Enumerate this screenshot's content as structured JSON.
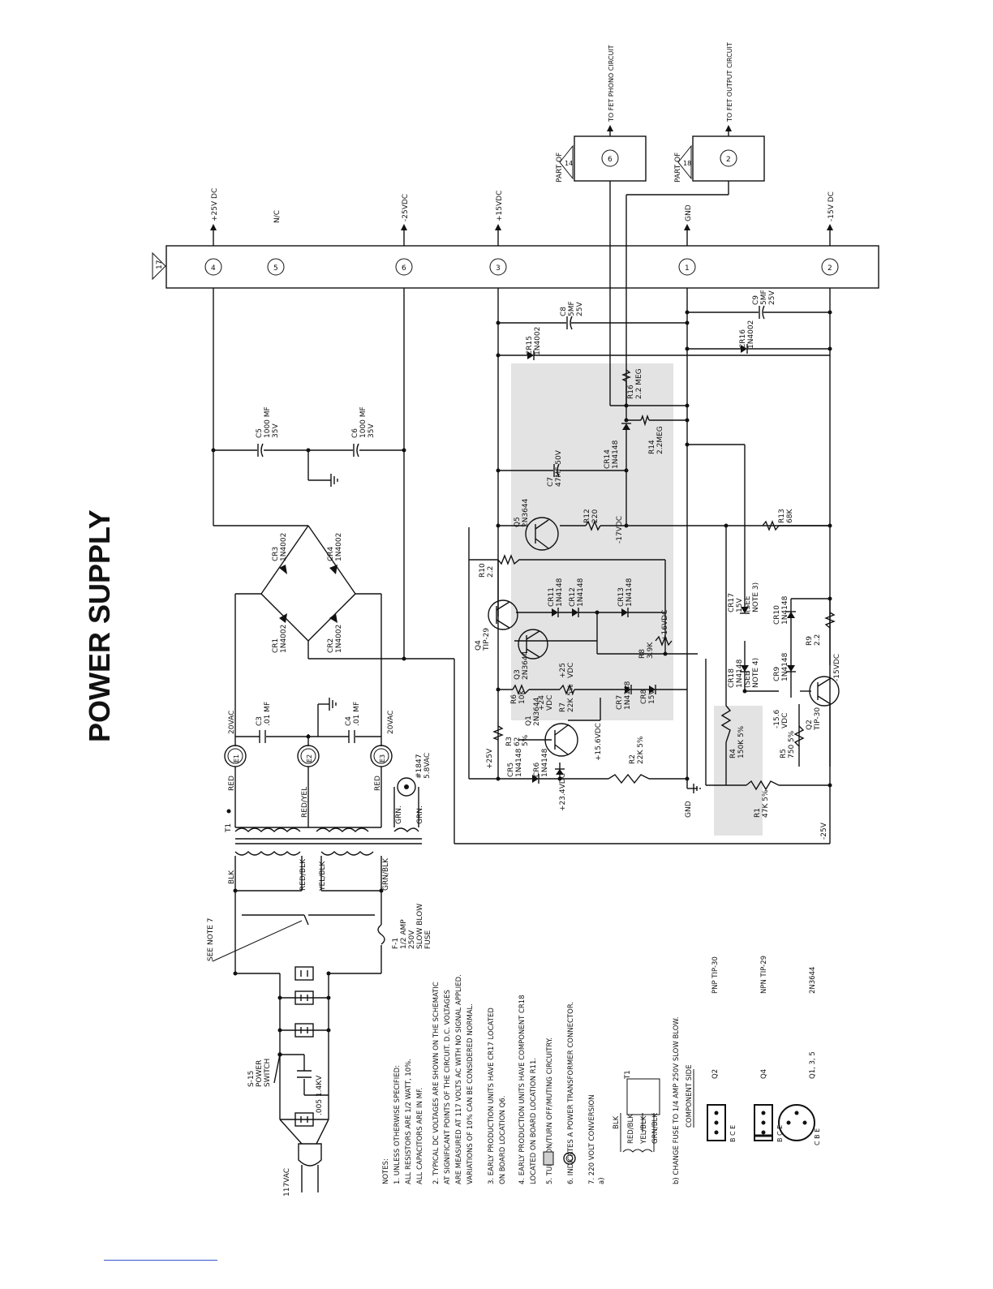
{
  "title": "POWER SUPPLY",
  "rails": [
    {
      "pin": "4",
      "label": "+25V DC"
    },
    {
      "pin": "5",
      "label": "N/C"
    },
    {
      "pin": "6",
      "label": "-25VDC"
    },
    {
      "pin": "3",
      "label": "+15VDC"
    },
    {
      "pin": "1",
      "label": "GND"
    },
    {
      "pin": "2",
      "label": "-15V DC"
    }
  ],
  "connector_id": "17",
  "outputs": [
    {
      "text": "TO FET PHONO CIRCUIT",
      "part": "PART OF",
      "ref": "14",
      "pin": "6"
    },
    {
      "text": "TO FET OUTPUT CIRCUIT",
      "part": "PART OF",
      "ref": "18",
      "pin": "2"
    }
  ],
  "components": {
    "c5": [
      "C5",
      "1000 MF",
      "35V"
    ],
    "c6": [
      "C6",
      "1000 MF",
      "35V"
    ],
    "c8": [
      "C8",
      "5MF",
      "25V"
    ],
    "c9": [
      "C9",
      "5MF",
      "25V"
    ],
    "c7": [
      "C7",
      "47MF 50V"
    ],
    "c3": [
      "C3",
      ".01 MF"
    ],
    "c4": [
      "C4",
      ".01 MF"
    ],
    "cr15": [
      "CR15",
      "1N4002"
    ],
    "cr16": [
      "CR16",
      "1N4002"
    ],
    "cr14": [
      "CR14",
      "1N4148"
    ],
    "r16": [
      "R16",
      "2.2 MEG"
    ],
    "r14": [
      "R14",
      "2.2MEG"
    ],
    "q5": [
      "Q5",
      "2N3644"
    ],
    "r12": [
      "R12",
      "220"
    ],
    "v17": "-17VDC",
    "r13": [
      "R13",
      "68K"
    ],
    "cr3": [
      "CR3",
      "1N4002"
    ],
    "cr4": [
      "CR4",
      "1N4002"
    ],
    "cr1": [
      "CR1",
      "1N4002"
    ],
    "cr2": [
      "CR2",
      "1N4002"
    ],
    "r10": [
      "R10",
      "2.2"
    ],
    "cr11": [
      "CR11",
      "1N4148"
    ],
    "cr12": [
      "CR12",
      "1N4148"
    ],
    "cr13": [
      "CR13",
      "1N4148"
    ],
    "v16": "+16VDC",
    "cr17": [
      "CR17",
      "15V",
      "(SEE",
      "NOTE 3)"
    ],
    "cr10": [
      "CR10",
      "1N4148"
    ],
    "q4": [
      "Q4",
      "TIP-29"
    ],
    "q3": [
      "Q3",
      "2N3644"
    ],
    "v25": [
      "+25",
      "VDC"
    ],
    "r8": [
      "R8",
      "3.9K"
    ],
    "cr18": [
      "CR18",
      "1N4148",
      "(SEE",
      "NOTE 4)"
    ],
    "cr9": [
      "CR9",
      "1N4148"
    ],
    "r9": [
      "R9",
      "2.2"
    ],
    "r6": [
      "R6",
      "10K"
    ],
    "v24": [
      "+24",
      "VDC"
    ],
    "r7": [
      "R7",
      "22K 5%"
    ],
    "cr7": [
      "CR7",
      "1N4148"
    ],
    "cr8": [
      "CR8",
      "15V"
    ],
    "v156": "+15.6VDC",
    "vm156": [
      "-15.6",
      "VDC"
    ],
    "vm15": "-15VDC",
    "q2": [
      "Q2",
      "TIP-30"
    ],
    "r3": [
      "R3",
      "62",
      "5%"
    ],
    "q1": [
      "Q1",
      "2N3644"
    ],
    "r4": [
      "R4",
      "150K 5%"
    ],
    "r5": [
      "R5",
      "750 5%"
    ],
    "cr5": [
      "CR5",
      "1N4148"
    ],
    "cr6": [
      "CR6",
      "1N4148"
    ],
    "r2": [
      "R2",
      "22K 5%"
    ],
    "r1": [
      "R1",
      "47K 5%"
    ],
    "vp25": "+25V",
    "vp234": "+23.4VDC",
    "gnd": "GND",
    "vm25": "-25V",
    "t1": "T1",
    "e1": "E1",
    "e2": "E2",
    "e3": "E3",
    "vac20a": "20VAC",
    "vac20b": "20VAC",
    "red1": "RED",
    "red2": "RED",
    "redyel": "RED/YEL",
    "lamp": [
      "#1847",
      "5.8VAC"
    ],
    "grn1": "GRN.",
    "grn2": "GRN.",
    "blk": "BLK",
    "redblk": "RED/BLK",
    "yelblk": "YEL/BLK",
    "grnblk": "GRN/BLK",
    "f1": [
      "F-1",
      "1/2 AMP",
      "250V",
      "SLOW BLOW",
      "FUSE"
    ],
    "seenote": "SEE NOTE 7",
    "s15": [
      "S-15",
      "POWER",
      "SWITCH"
    ],
    "cap005": ".005 1.4KV",
    "ac117": "117VAC"
  },
  "notes": {
    "head": "NOTES:",
    "lines": [
      "1.  UNLESS OTHERWISE SPECIFIED:",
      "       ALL RESISTORS ARE 1/2 WATT, 10%.",
      "       ALL CAPACITORS ARE IN MF.",
      "2.  TYPICAL DC VOLTAGES ARE SHOWN ON THE SCHEMATIC",
      "     AT SIGNIFICANT POINTS OF THE CIRCUIT.  D.C. VOLTAGES",
      "     ARE MEASURED AT 117 VOLTS AC WITH NO SIGNAL APPLIED.",
      "     VARIATIONS OF 10% CAN BE CONSIDERED NORMAL.",
      "3.  EARLY PRODUCTION UNITS HAVE CR17 LOCATED",
      "     ON BOARD LOCATION Q6.",
      "4.  EARLY PRODUCTION UNITS HAVE COMPONENT CR18",
      "     LOCATED ON BOARD LOCATION R11.",
      "5.       TURN ON/TURN OFF/MUTING CIRCUITRY.",
      "6.       INDICATES A POWER TRANSFORMER CONNECTOR.",
      "7.  220 VOLT CONVERSION"
    ],
    "a": "a)",
    "b": "b) CHANGE FUSE TO 1/4 AMP 250V SLOW BLOW.",
    "t1": "T1",
    "conv_wires": [
      "BLK",
      "RED/BLK",
      "YEL/BLK",
      "GRN/BLK"
    ],
    "component_side": "COMPONENT SIDE",
    "pins": [
      {
        "ref": "Q2",
        "type": "PNP TIP-30",
        "letters": "B C E"
      },
      {
        "ref": "Q4",
        "type": "NPN TIP-29",
        "letters": "B C E"
      },
      {
        "ref": "Q1, 3, 5",
        "type": "2N3644",
        "letters": "C B E"
      }
    ]
  }
}
